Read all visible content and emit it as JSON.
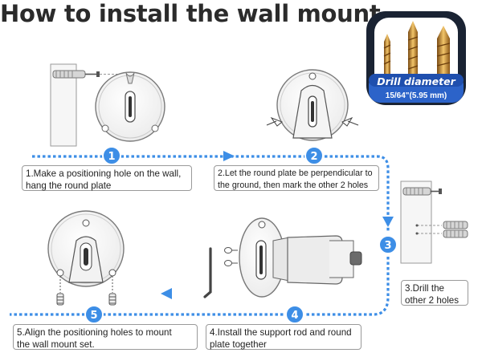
{
  "title": "How to install the wall mount",
  "drill_badge": {
    "label": "Drill diameter",
    "size": "15/64\"(5.95 mm)"
  },
  "steps": [
    {
      "number": "1",
      "lines": [
        "1.Make a positioning hole on the wall,",
        "hang the round plate"
      ]
    },
    {
      "number": "2",
      "lines": [
        "2.Let the round plate be perpendicular to",
        "the ground, then mark the other 2 holes"
      ]
    },
    {
      "number": "3",
      "lines": [
        "3.Drill the",
        "other 2 holes"
      ]
    },
    {
      "number": "4",
      "lines": [
        "4.Install the support rod and round",
        "plate together"
      ]
    },
    {
      "number": "5",
      "lines": [
        "5.Align the positioning holes to mount",
        "the wall mount set."
      ]
    }
  ],
  "colors": {
    "accent": "#3d8ee6",
    "dark": "#1a2333",
    "text": "#222222"
  }
}
